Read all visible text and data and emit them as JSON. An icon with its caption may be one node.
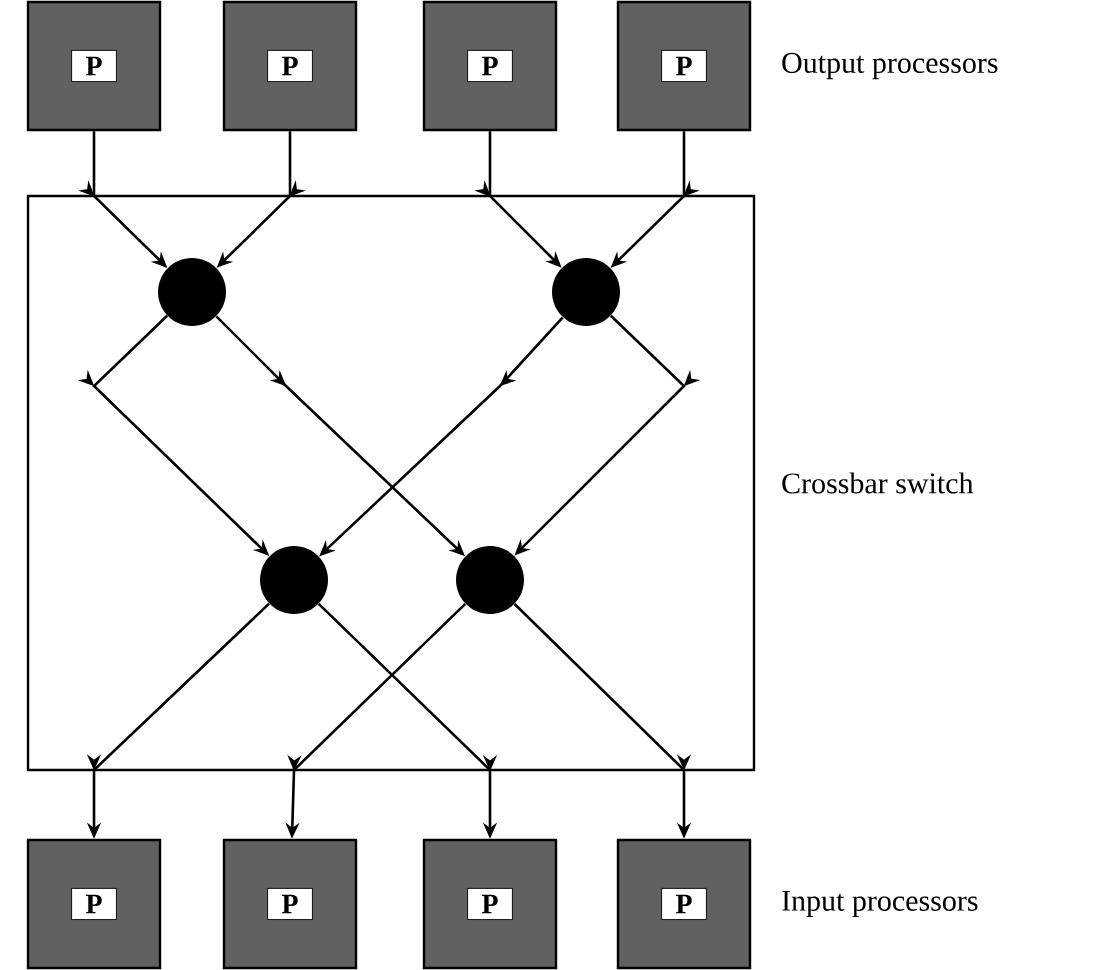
{
  "diagram": {
    "nodes": [
      {
        "text": [
          "P"
        ]
      },
      {
        "text": [
          "P"
        ]
      },
      {
        "text": [
          "P"
        ]
      },
      {
        "text": [
          "P"
        ]
      },
      {
        "text": [],
        "shape": "box",
        "beside": [
          "Crossbar switch"
        ]
      },
      {
        "text": [],
        "shape": "circle",
        "in": 4
      },
      {
        "text": [],
        "shape": "circle",
        "in": 4
      },
      {
        "text": [],
        "shape": "circle",
        "in": 4
      },
      {
        "text": [],
        "shape": "circle",
        "in": 4
      },
      {
        "text": [
          "P"
        ]
      },
      {
        "text": [
          "P"
        ]
      },
      {
        "text": [
          "P"
        ]
      },
      {
        "text": [
          "P"
        ]
      }
    ],
    "edges": [
      {
        "from": 0,
        "to": 5,
        "arrow": "to"
      },
      {
        "from": 1,
        "to": 5,
        "arrow": "to"
      },
      {
        "from": 2,
        "to": 6,
        "arrow": "to"
      },
      {
        "from": 3,
        "to": 6,
        "arrow": "to"
      },
      {
        "from": 5,
        "to": 7,
        "arrow": "to"
      },
      {
        "from": 5,
        "to": 8,
        "arrow": "to"
      },
      {
        "from": 6,
        "to": 7,
        "arrow": "to"
      },
      {
        "from": 6,
        "to": 8,
        "arrow": "to"
      },
      {
        "from": 7,
        "to": 9,
        "arrow": "to"
      },
      {
        "from": 7,
        "to": 11,
        "arrow": "to"
      },
      {
        "from": 8,
        "to": 10,
        "arrow": "to"
      },
      {
        "from": 8,
        "to": 12,
        "arrow": "to"
      }
    ],
    "labels": [
      "Output processors",
      "Input processors"
    ]
  }
}
